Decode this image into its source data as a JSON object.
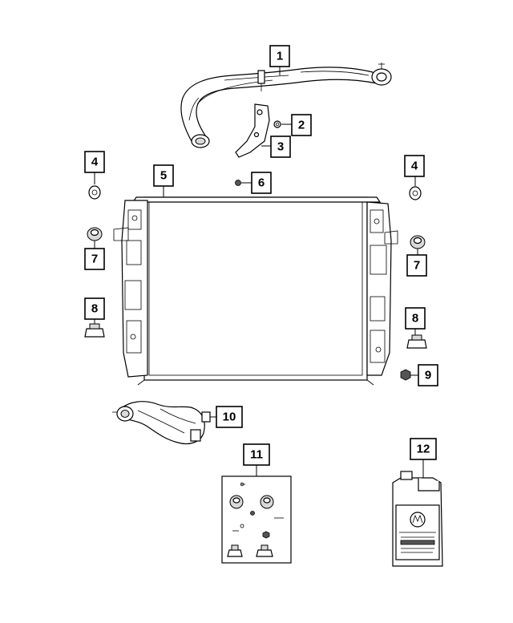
{
  "callouts": [
    {
      "id": "1",
      "label": "1"
    },
    {
      "id": "2",
      "label": "2"
    },
    {
      "id": "3",
      "label": "3"
    },
    {
      "id": "4l",
      "label": "4"
    },
    {
      "id": "4r",
      "label": "4"
    },
    {
      "id": "5",
      "label": "5"
    },
    {
      "id": "6",
      "label": "6"
    },
    {
      "id": "7l",
      "label": "7"
    },
    {
      "id": "7r",
      "label": "7"
    },
    {
      "id": "8l",
      "label": "8"
    },
    {
      "id": "8r",
      "label": "8"
    },
    {
      "id": "9",
      "label": "9"
    },
    {
      "id": "10",
      "label": "10"
    },
    {
      "id": "11",
      "label": "11"
    },
    {
      "id": "12",
      "label": "12"
    }
  ]
}
